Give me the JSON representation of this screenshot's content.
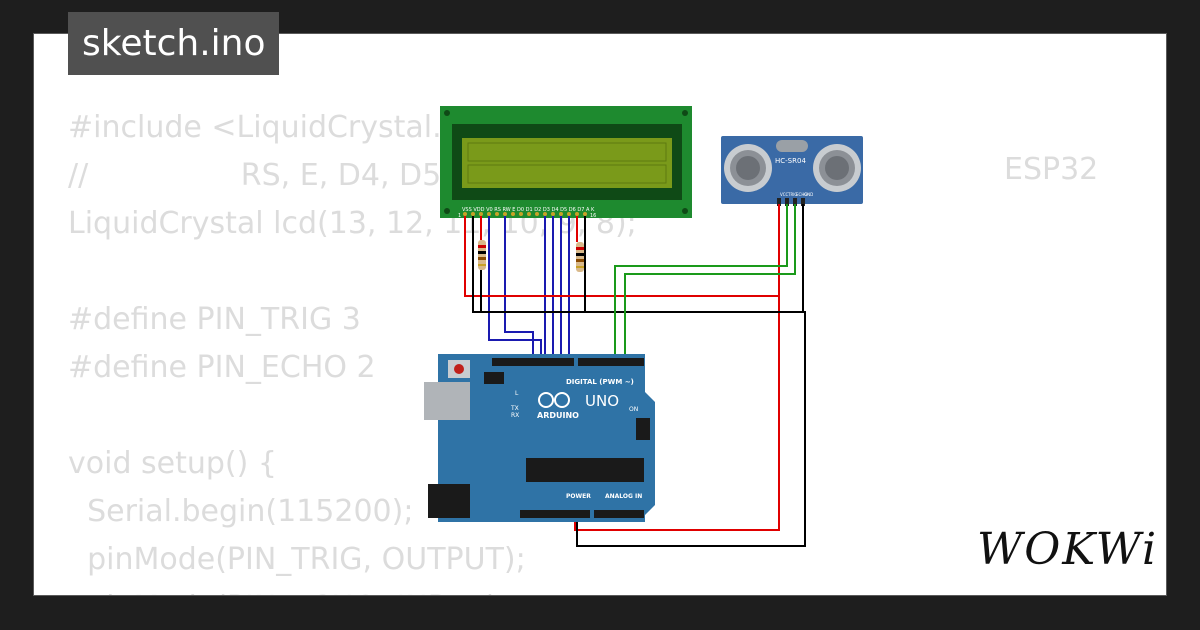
{
  "file_tab": {
    "label": "sketch.ino"
  },
  "code": {
    "lines": [
      "#include <LiquidCrystal.h>",
      "//                RS, E, D4, D5",
      "LiquidCrystal lcd(13, 12, 11, 10, 9, 8);",
      "",
      "#define PIN_TRIG 3",
      "#define PIN_ECHO 2",
      "",
      "void setup() {",
      "  Serial.begin(115200);",
      "  pinMode(PIN_TRIG, OUTPUT);",
      "  pinMode(PIN_ECHO, INPUT);"
    ],
    "side_note": "ESP32"
  },
  "components": {
    "lcd": {
      "pin_labels": "VSS VDD V0 RS RW E D0 D1 D2 D3 D4 D5 D6 D7 A K",
      "pin1": "1",
      "pin16": "16"
    },
    "ultrasonic": {
      "model": "HC-SR04",
      "pins": [
        "VCC",
        "TRIG",
        "ECHO",
        "GND"
      ]
    },
    "arduino": {
      "logo": "ARDUINO",
      "model": "UNO",
      "digital_label": "DIGITAL (PWM ~)",
      "power_label": "POWER",
      "analog_label": "ANALOG IN",
      "on_label": "ON",
      "l_label": "L",
      "tx_label": "TX",
      "rx_label": "RX"
    }
  },
  "brand": {
    "label": "WOKWi"
  },
  "colors": {
    "background": "#1e1e1e",
    "card": "#ffffff",
    "tab": "#505050",
    "board": "#2f73a6",
    "lcd_pcb": "#1e8a2f",
    "lcd_screen": "#7a9a1a",
    "sensor": "#3a6aa6",
    "wire_red": "#e00000",
    "wire_green": "#1a9a1a",
    "wire_blue": "#1a1ab0",
    "wire_black": "#000000"
  }
}
